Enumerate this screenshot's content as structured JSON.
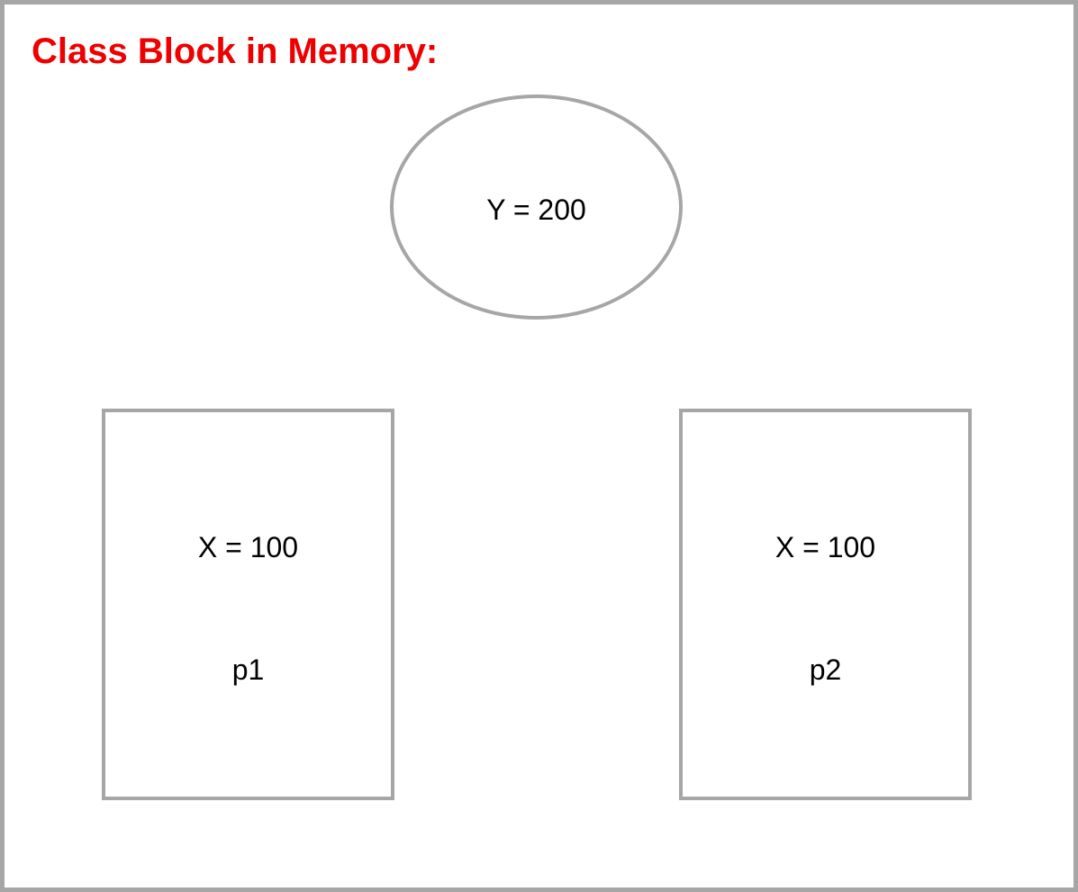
{
  "title": {
    "text": "Class Block in Memory:",
    "color": "#ee0000"
  },
  "class_block": {
    "label": "Y = 200"
  },
  "objects": [
    {
      "field": "X = 100",
      "name": "p1"
    },
    {
      "field": "X = 100",
      "name": "p2"
    }
  ],
  "colors": {
    "outline": "#a6a6a6",
    "text": "#000000",
    "background": "#ffffff"
  }
}
